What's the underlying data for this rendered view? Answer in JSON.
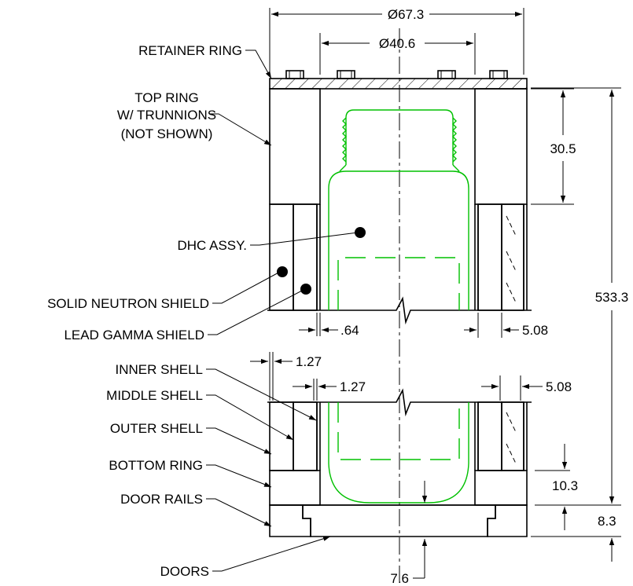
{
  "diagram": {
    "labels": {
      "retainer_ring": "RETAINER RING",
      "top_ring_l1": "TOP RING",
      "top_ring_l2": "W/ TRUNNIONS",
      "top_ring_l3": "(NOT SHOWN)",
      "dhc_assy": "DHC ASSY.",
      "solid_neutron_shield": "SOLID NEUTRON SHIELD",
      "lead_gamma_shield": "LEAD GAMMA SHIELD",
      "inner_shell": "INNER SHELL",
      "middle_shell": "MIDDLE SHELL",
      "outer_shell": "OUTER SHELL",
      "bottom_ring": "BOTTOM RING",
      "door_rails": "DOOR RAILS",
      "doors": "DOORS"
    },
    "dimensions": {
      "outer_diameter": "Ø67.3",
      "inner_diameter": "Ø40.6",
      "top_ring_height": "30.5",
      "overall_height": "533.3",
      "inner_shell_thk": ".64",
      "outer_shell_thk_top": "5.08",
      "middle_shell_thk_a": "1.27",
      "middle_shell_thk_b": "1.27",
      "outer_shell_thk_bottom": "5.08",
      "bottom_ring_gap": "10.3",
      "door_rail_height": "8.3",
      "door_thk": "7.6"
    },
    "colors": {
      "line": "#000000",
      "canister": "#00c000"
    }
  }
}
